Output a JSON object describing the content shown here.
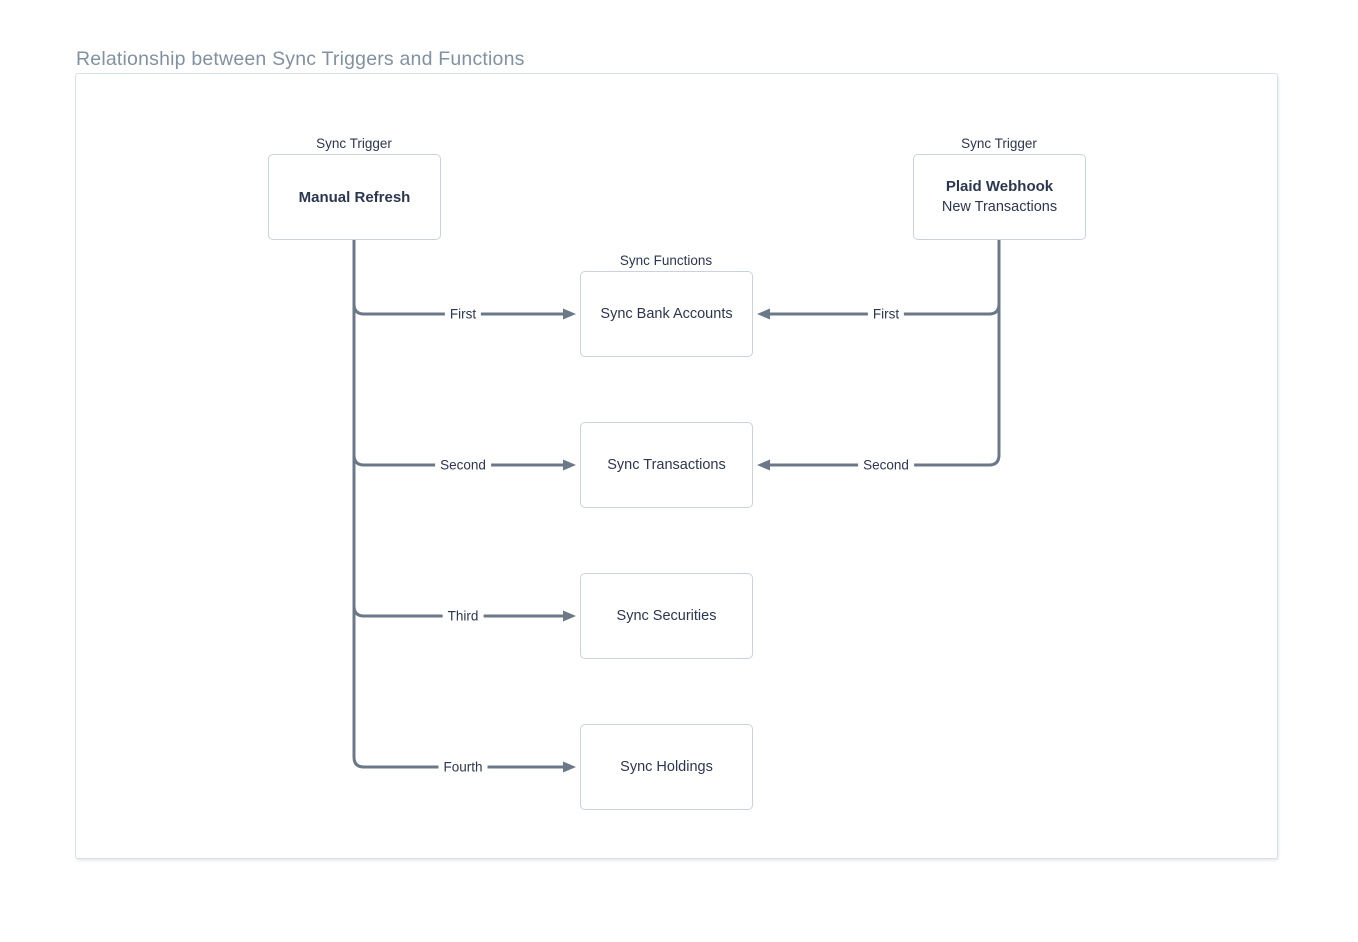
{
  "title": "Relationship between Sync Triggers and Functions",
  "colors": {
    "line": "#6b7888",
    "box_border": "#c9d3dd",
    "panel_border": "#d8dfe7",
    "text": "#2b3750",
    "title": "#8191a1"
  },
  "triggers": {
    "left": {
      "header": "Sync Trigger",
      "name": "Manual Refresh"
    },
    "right": {
      "header": "Sync Trigger",
      "name": "Plaid Webhook",
      "subtitle": "New Transactions"
    }
  },
  "functions": {
    "header": "Sync Functions",
    "items": [
      "Sync Bank Accounts",
      "Sync Transactions",
      "Sync Securities",
      "Sync Holdings"
    ]
  },
  "edges": {
    "manual_refresh": [
      "First",
      "Second",
      "Third",
      "Fourth"
    ],
    "plaid_webhook": [
      "First",
      "Second"
    ]
  }
}
